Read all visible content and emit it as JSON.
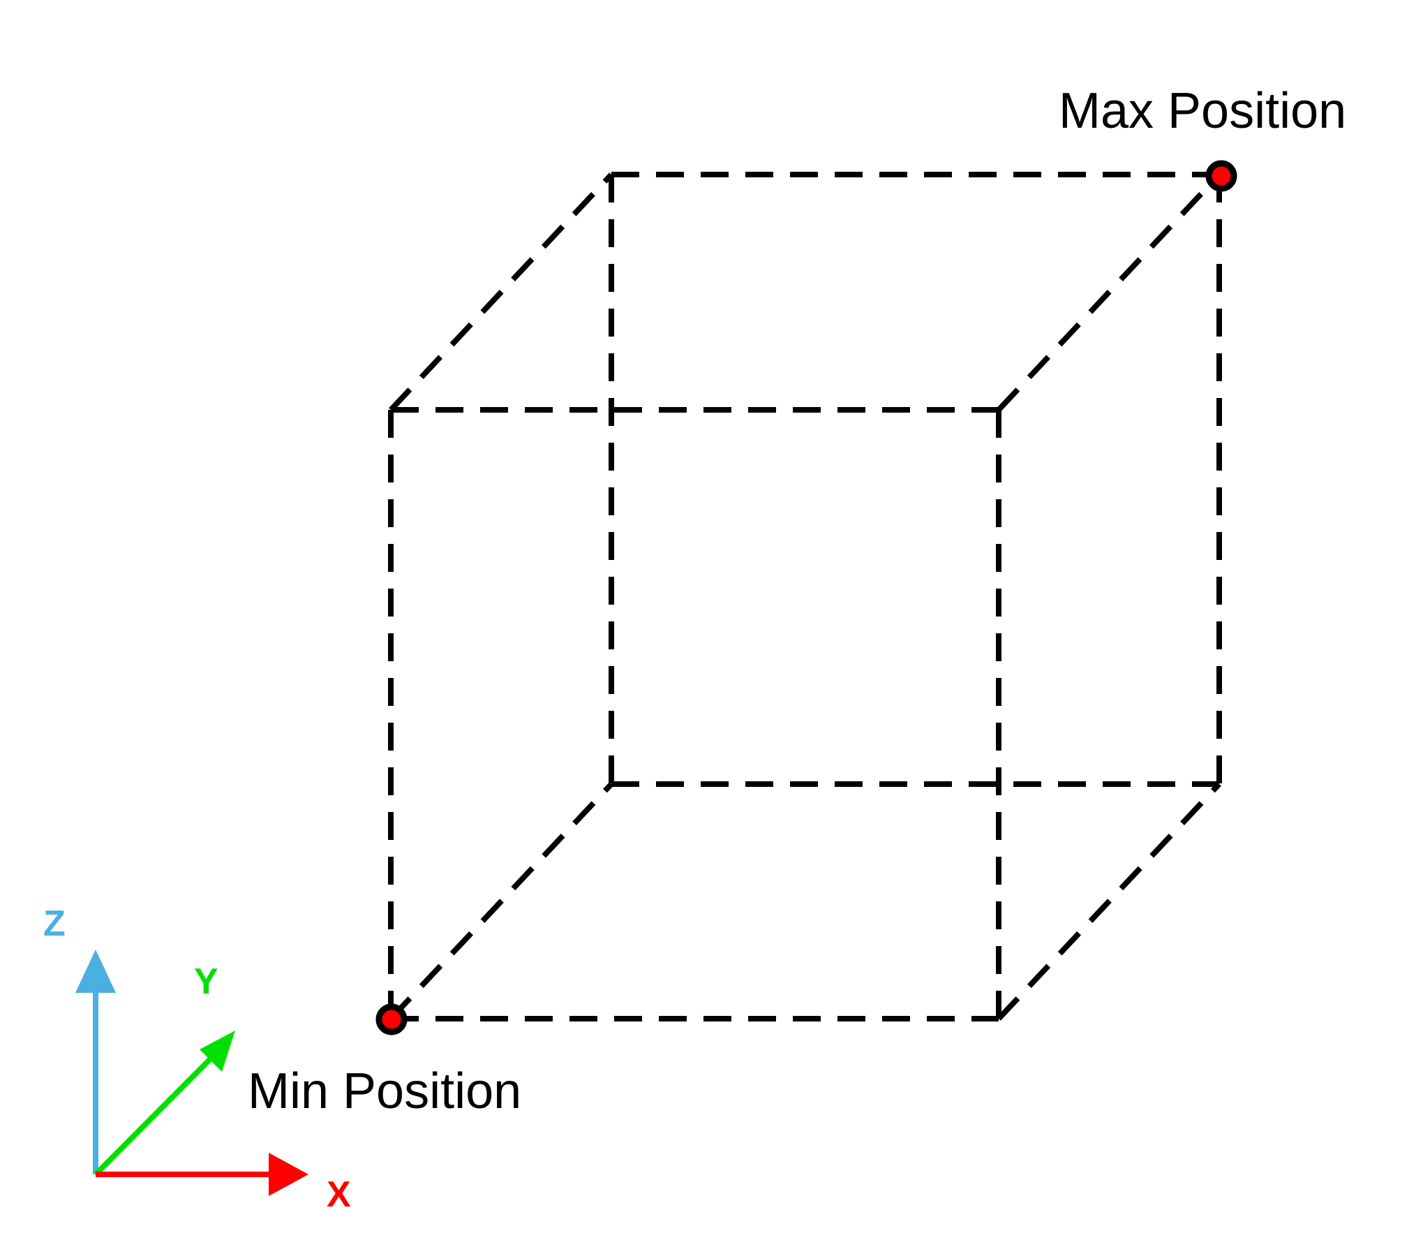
{
  "labels": {
    "max_position": "Max Position",
    "min_position": "Min Position"
  },
  "axes": {
    "x": {
      "label": "X",
      "color": "#ff0000"
    },
    "y": {
      "label": "Y",
      "color": "#00e000"
    },
    "z": {
      "label": "Z",
      "color": "#4ab0e0"
    }
  },
  "colors": {
    "edge": "#000000",
    "marker_fill": "#ff0000",
    "marker_stroke": "#000000"
  },
  "edge_style": "dashed"
}
